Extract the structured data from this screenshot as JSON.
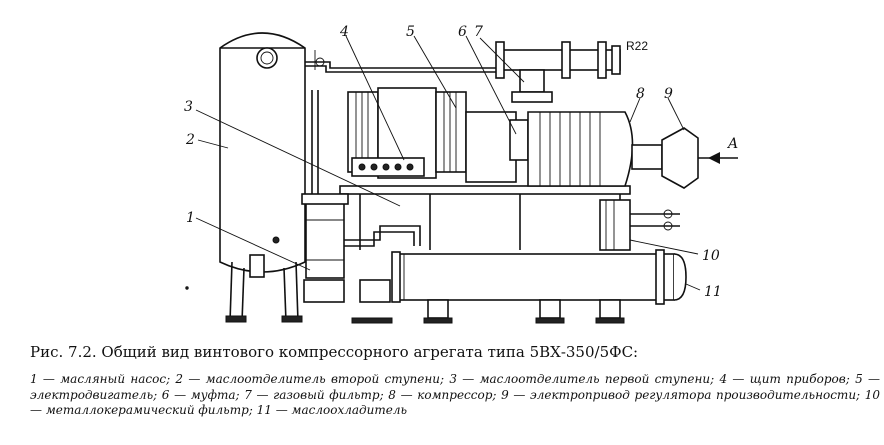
{
  "figure": {
    "callouts": [
      "1",
      "2",
      "3",
      "4",
      "5",
      "6",
      "7",
      "8",
      "9",
      "10",
      "11"
    ],
    "pipe_label": "R22",
    "arrow_label": "A"
  },
  "caption": "Рис. 7.2. Общий вид винтового компрессорного агрегата типа 5ВХ-350/5ФС:",
  "legend": [
    {
      "num": "1",
      "text": " — масляный насос; "
    },
    {
      "num": "2",
      "text": " — маслоотделитель второй ступени; "
    },
    {
      "num": "3",
      "text": " — маслоотделитель первой ступени; "
    },
    {
      "num": "4",
      "text": " — щит приборов; "
    },
    {
      "num": "5",
      "text": " — электродвигатель; "
    },
    {
      "num": "6",
      "text": " — муфта; "
    },
    {
      "num": "7",
      "text": " — газовый фильтр; "
    },
    {
      "num": "8",
      "text": " — компрессор; "
    },
    {
      "num": "9",
      "text": " — электропривод регулятора производительности; "
    },
    {
      "num": "10",
      "text": " — металлокерамический фильтр; "
    },
    {
      "num": "11",
      "text": " — маслоохладитель"
    }
  ]
}
